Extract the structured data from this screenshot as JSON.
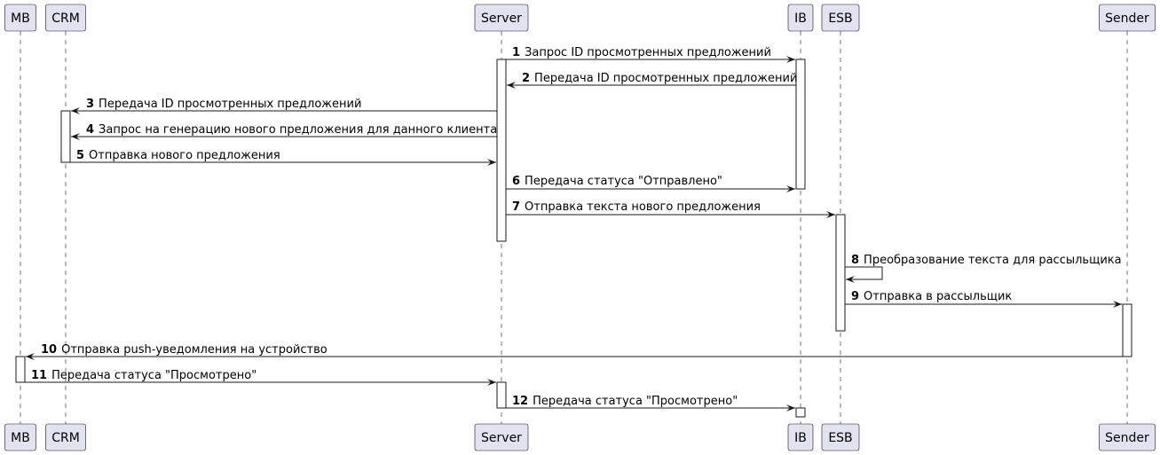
{
  "participants": [
    {
      "id": "mb",
      "label": "MB"
    },
    {
      "id": "crm",
      "label": "CRM"
    },
    {
      "id": "server",
      "label": "Server"
    },
    {
      "id": "ib",
      "label": "IB"
    },
    {
      "id": "esb",
      "label": "ESB"
    },
    {
      "id": "sender",
      "label": "Sender"
    }
  ],
  "messages": [
    {
      "num": "1",
      "text": "Запрос ID просмотренных предложений",
      "from": "server",
      "to": "ib"
    },
    {
      "num": "2",
      "text": "Передача ID просмотренных предложений",
      "from": "ib",
      "to": "server"
    },
    {
      "num": "3",
      "text": "Передача ID просмотренных предложений",
      "from": "server",
      "to": "crm"
    },
    {
      "num": "4",
      "text": "Запрос на генерацию нового предложения для данного клиента",
      "from": "server",
      "to": "crm"
    },
    {
      "num": "5",
      "text": "Отправка нового предложения",
      "from": "crm",
      "to": "server"
    },
    {
      "num": "6",
      "text": "Передача статуса \"Отправлено\"",
      "from": "server",
      "to": "ib"
    },
    {
      "num": "7",
      "text": "Отправка текста нового предложения",
      "from": "server",
      "to": "esb"
    },
    {
      "num": "8",
      "text": "Преобразование текста для рассыльщика",
      "from": "esb",
      "to": "esb"
    },
    {
      "num": "9",
      "text": "Отправка в рассыльщик",
      "from": "esb",
      "to": "sender"
    },
    {
      "num": "10",
      "text": "Отправка push-уведомления на устройство",
      "from": "sender",
      "to": "mb"
    },
    {
      "num": "11",
      "text": "Передача статуса \"Просмотрено\"",
      "from": "mb",
      "to": "server"
    },
    {
      "num": "12",
      "text": "Передача статуса \"Просмотрено\"",
      "from": "server",
      "to": "ib"
    }
  ]
}
